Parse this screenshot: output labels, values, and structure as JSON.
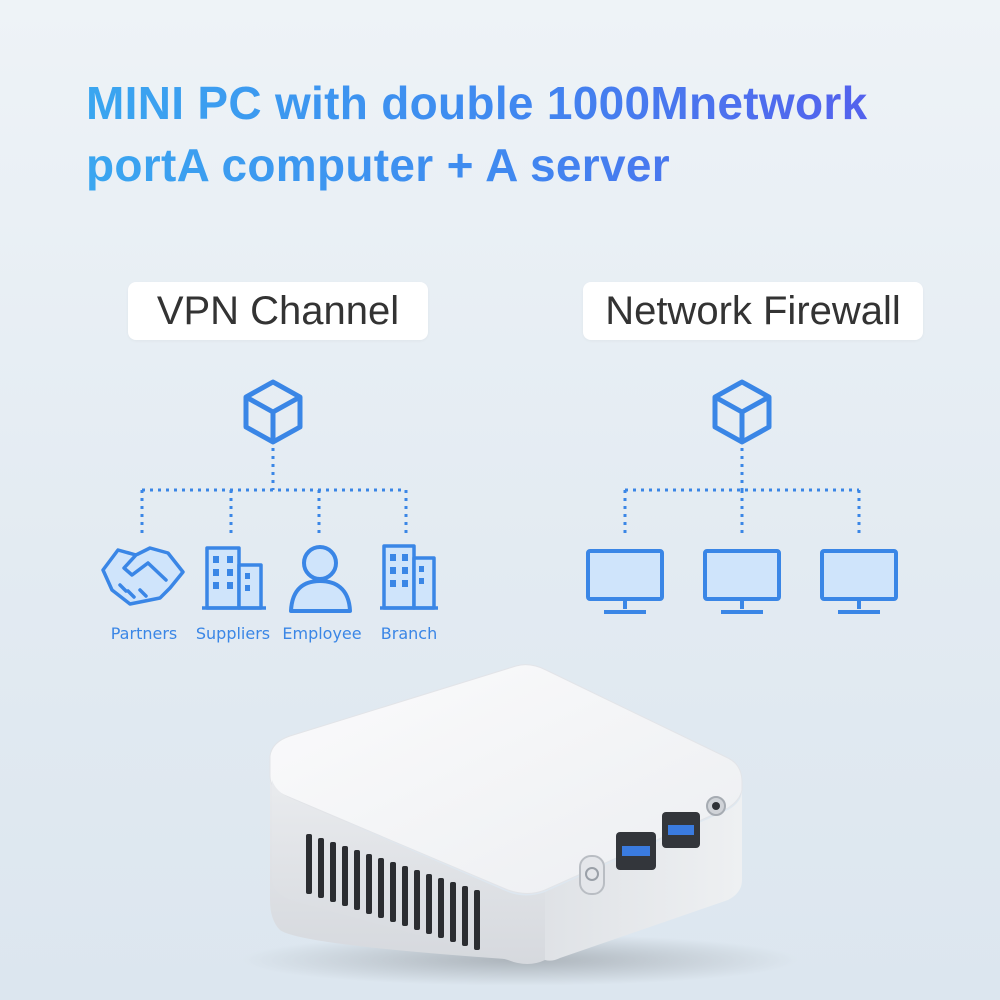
{
  "headline": {
    "line1": "MINI PC with double 1000Mnetwork",
    "line2": "portA computer + A server"
  },
  "colors": {
    "headline_start": "#3aa6f0",
    "headline_end": "#5a55ec",
    "icon_blue": "#3a86e6",
    "label_text": "#333333"
  },
  "vpn": {
    "title": "VPN Channel",
    "root_icon": "cube-icon",
    "nodes": [
      {
        "label": "Partners",
        "icon": "handshake-icon"
      },
      {
        "label": "Suppliers",
        "icon": "building-icon"
      },
      {
        "label": "Employee",
        "icon": "person-icon"
      },
      {
        "label": "Branch",
        "icon": "building-icon"
      }
    ]
  },
  "firewall": {
    "title": "Network Firewall",
    "root_icon": "cube-icon",
    "nodes": [
      {
        "icon": "monitor-icon"
      },
      {
        "icon": "monitor-icon"
      },
      {
        "icon": "monitor-icon"
      }
    ]
  },
  "device": {
    "icon": "mini-pc-icon",
    "ports": [
      "usb-port",
      "usb-port",
      "audio-jack",
      "power-button"
    ]
  }
}
